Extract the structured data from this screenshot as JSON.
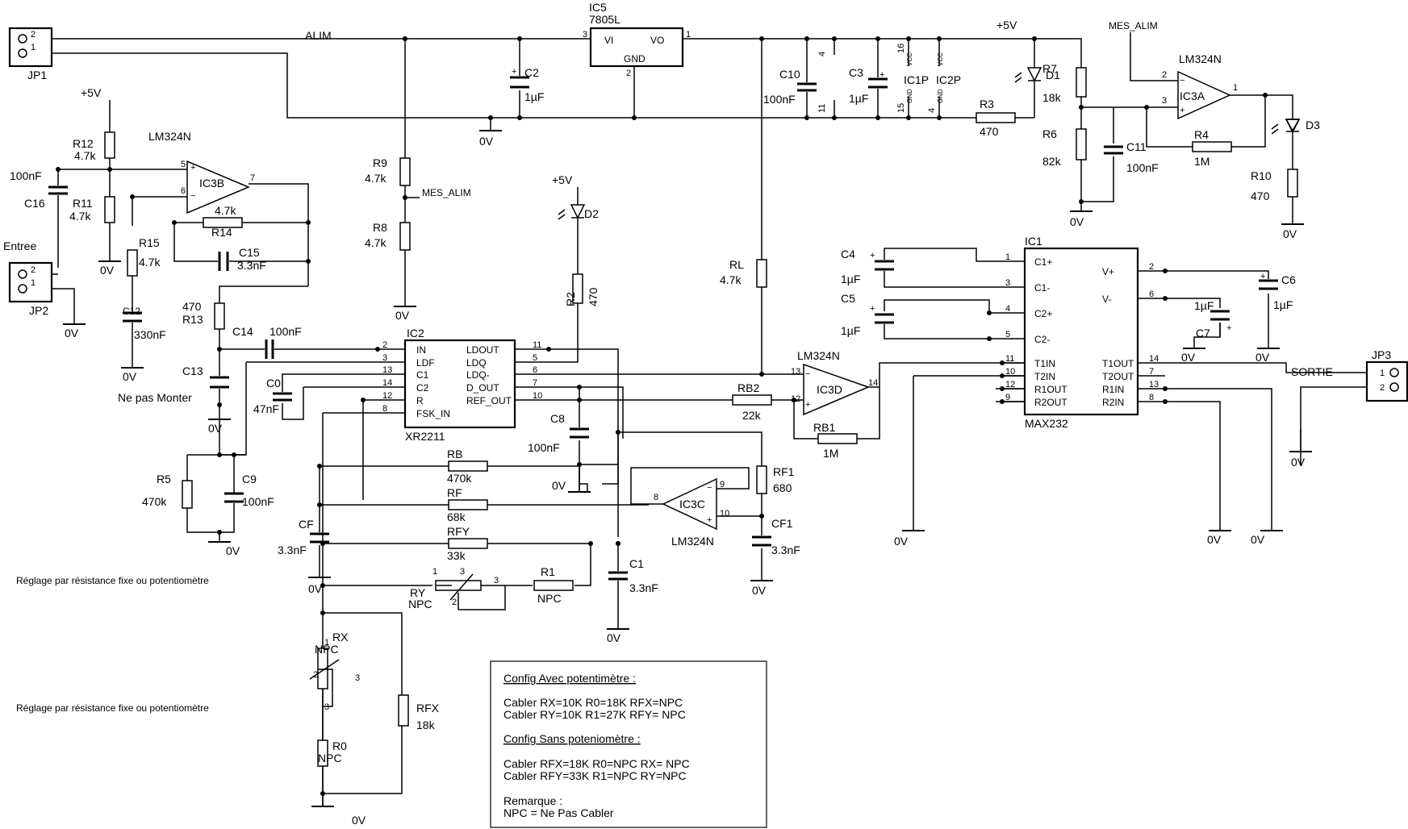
{
  "connectors": {
    "jp1": {
      "name": "JP1",
      "pin_a": "2",
      "pin_b": "1"
    },
    "jp2": {
      "name": "JP2",
      "pin_a": "2",
      "pin_b": "1",
      "title": "Entree"
    },
    "jp3": {
      "name": "JP3",
      "pin_a": "1",
      "pin_b": "2",
      "title": "SORTIE"
    }
  },
  "nets": {
    "alim": "ALIM",
    "mes_alim": "MES_ALIM",
    "vcc": "+5V",
    "gnd": "0V"
  },
  "regulator": {
    "ref": "IC5",
    "value": "7805L",
    "vi": "VI",
    "vo": "VO",
    "gnd": "GND",
    "pin_in": "3",
    "pin_out": "1",
    "pin_gnd": "2"
  },
  "parts": {
    "c2": {
      "ref": "C2",
      "value": "1µF"
    },
    "c10": {
      "ref": "C10",
      "value": "100nF"
    },
    "c3": {
      "ref": "C3",
      "value": "1µF"
    },
    "ic1p": "IC1P",
    "ic2p": "IC2P",
    "vcc_lbl": "VCC",
    "gnd_lbl": "GND",
    "pins_power": {
      "p4": "4",
      "p11": "11",
      "p16": "16",
      "p15": "15",
      "p4b": "4"
    },
    "r3": {
      "ref": "R3",
      "value": "470"
    },
    "d1": "D1",
    "r7": {
      "ref": "R7",
      "value": "18k"
    },
    "r6": {
      "ref": "R6",
      "value": "82k"
    },
    "c11": {
      "ref": "C11",
      "value": "100nF"
    },
    "r4": {
      "ref": "R4",
      "value": "1M"
    },
    "d3": "D3",
    "r10": {
      "ref": "R10",
      "value": "470"
    },
    "r12": {
      "ref": "R12",
      "value": "4.7k"
    },
    "r11": {
      "ref": "R11",
      "value": "4.7k"
    },
    "c16": {
      "ref": "C16",
      "value": "100nF"
    },
    "r14": {
      "ref": "R14",
      "value": "4.7k"
    },
    "r15": {
      "ref": "R15",
      "value": "4.7k"
    },
    "c15": {
      "ref": "C15",
      "value": "3.3nF"
    },
    "c12": {
      "ref": "C12",
      "value": "330nF"
    },
    "r13": {
      "ref": "R13",
      "value": "470"
    },
    "c14": {
      "ref": "C14",
      "value": "100nF"
    },
    "c13": {
      "ref": "C13",
      "note": "Ne pas Monter"
    },
    "r9": {
      "ref": "R9",
      "value": "4.7k"
    },
    "r8": {
      "ref": "R8",
      "value": "4.7k"
    },
    "d2": "D2",
    "r2": {
      "ref": "R2",
      "value": "470"
    },
    "rl": {
      "ref": "RL",
      "value": "4.7k"
    },
    "c0": {
      "ref": "C0",
      "value": "47nF"
    },
    "c8": {
      "ref": "C8",
      "value": "100nF"
    },
    "rb2": {
      "ref": "RB2",
      "value": "22k"
    },
    "rb1": {
      "ref": "RB1",
      "value": "1M"
    },
    "r5": {
      "ref": "R5",
      "value": "470k"
    },
    "c9": {
      "ref": "C9",
      "value": "100nF"
    },
    "rb": {
      "ref": "RB",
      "value": "470k"
    },
    "rf": {
      "ref": "RF",
      "value": "68k"
    },
    "rfy": {
      "ref": "RFY",
      "value": "33k"
    },
    "cf": {
      "ref": "CF",
      "value": "3.3nF"
    },
    "rf1": {
      "ref": "RF1",
      "value": "680"
    },
    "cf1": {
      "ref": "CF1",
      "value": "3.3nF"
    },
    "c1": {
      "ref": "C1",
      "value": "3.3nF"
    },
    "ry": {
      "ref": "RY",
      "value": "NPC"
    },
    "r1": {
      "ref": "R1",
      "value": "NPC"
    },
    "rx": {
      "ref": "RX",
      "value": "NPC"
    },
    "rfx": {
      "ref": "RFX",
      "value": "18k"
    },
    "r0": {
      "ref": "R0",
      "value": "NPC"
    },
    "c4": {
      "ref": "C4",
      "value": "1µF"
    },
    "c5": {
      "ref": "C5",
      "value": "1µF"
    },
    "c6": {
      "ref": "C6",
      "value": "1µF"
    },
    "c7": {
      "ref": "C7",
      "value": "1µF"
    }
  },
  "opamps": {
    "lm": "LM324N",
    "ic3a": "IC3A",
    "ic3b": "IC3B",
    "ic3c": "IC3C",
    "ic3d": "IC3D",
    "p2": "2",
    "p3": "3",
    "p1": "1",
    "p5": "5",
    "p6": "6",
    "p7": "7",
    "p8": "8",
    "p9": "9",
    "p10": "10",
    "p13": "13",
    "p12": "12",
    "p14": "14"
  },
  "xr2211": {
    "ref": "IC2",
    "part": "XR2211",
    "left_names": [
      "IN",
      "LDF",
      "C1",
      "C2",
      "R",
      "FSK_IN"
    ],
    "left_pins": [
      "2",
      "3",
      "13",
      "14",
      "12",
      "8"
    ],
    "right_names": [
      "LDOUT",
      "LDQ",
      "LDQ-",
      "D_OUT",
      "REF_OUT"
    ],
    "right_pins": [
      "11",
      "5",
      "6",
      "7",
      "10"
    ]
  },
  "max232": {
    "ref": "IC1",
    "part": "MAX232",
    "left_names": [
      "C1+",
      "C1-",
      "C2+",
      "C2-",
      "T1IN",
      "T2IN",
      "R1OUT",
      "R2OUT"
    ],
    "left_pins": [
      "1",
      "3",
      "4",
      "5",
      "11",
      "10",
      "12",
      "9"
    ],
    "right_names": [
      "V+",
      "V-",
      "T1OUT",
      "T2OUT",
      "R1IN",
      "R2IN"
    ],
    "right_pins": [
      "2",
      "6",
      "14",
      "7",
      "13",
      "8"
    ]
  },
  "notes": {
    "reglage": "Réglage par résistance fixe ou potentiomètre",
    "box": [
      {
        "text": "Config Avec potentimètre :",
        "underline": true
      },
      {
        "text": "Cabler RX=10K R0=18K RFX=NPC",
        "underline": false
      },
      {
        "text": "Cabler RY=10K R1=27K RFY= NPC",
        "underline": false
      },
      {
        "text": "Config Sans poteniomètre :",
        "underline": true
      },
      {
        "text": "Cabler RFX=18K R0=NPC RX= NPC",
        "underline": false
      },
      {
        "text": "Cabler RFY=33K R1=NPC RY=NPC",
        "underline": false
      },
      {
        "text": "Remarque :",
        "underline": false
      },
      {
        "text": "NPC = Ne Pas Cabler",
        "underline": false
      }
    ]
  },
  "pot_pins": {
    "one": "1",
    "two": "2",
    "three": "3"
  }
}
